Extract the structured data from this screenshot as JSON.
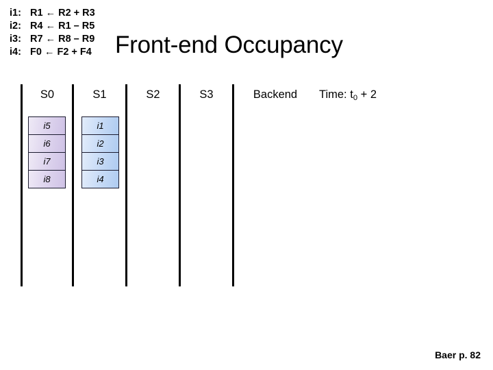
{
  "slide": {
    "title": "Front-end Occupancy",
    "footer_credit": "Baer p. 82"
  },
  "instructions": [
    {
      "label": "i1:",
      "body": "R1 ← R2 + R3"
    },
    {
      "label": "i2:",
      "body": "R4 ← R1 – R5"
    },
    {
      "label": "i3:",
      "body": "R7 ← R8 – R9"
    },
    {
      "label": "i4:",
      "body": "F0 ← F2 + F4"
    }
  ],
  "diagram": {
    "headers": [
      {
        "id": "s0",
        "label": "S0"
      },
      {
        "id": "s1",
        "label": "S1"
      },
      {
        "id": "s2",
        "label": "S2"
      },
      {
        "id": "s3",
        "label": "S3"
      },
      {
        "id": "backend",
        "label": "Backend"
      }
    ],
    "time_label_prefix": "Time: t",
    "time_label_sub": "0",
    "time_label_suffix": " + 2",
    "stages": [
      {
        "id": "s0",
        "color_key": "purple",
        "fill_light": "#efeaf6",
        "fill_dark": "#cfc2e6",
        "border": "#1a1a2e",
        "entries": [
          "i5",
          "i6",
          "i7",
          "i8"
        ]
      },
      {
        "id": "s1",
        "color_key": "blue",
        "fill_light": "#e2ecfa",
        "fill_dark": "#aecbf0",
        "border": "#1a1a2e",
        "entries": [
          "i1",
          "i2",
          "i3",
          "i4"
        ]
      },
      {
        "id": "s2",
        "color_key": "none",
        "entries": []
      },
      {
        "id": "s3",
        "color_key": "none",
        "entries": []
      }
    ],
    "divider_color": "#000000",
    "divider_count": 5
  }
}
